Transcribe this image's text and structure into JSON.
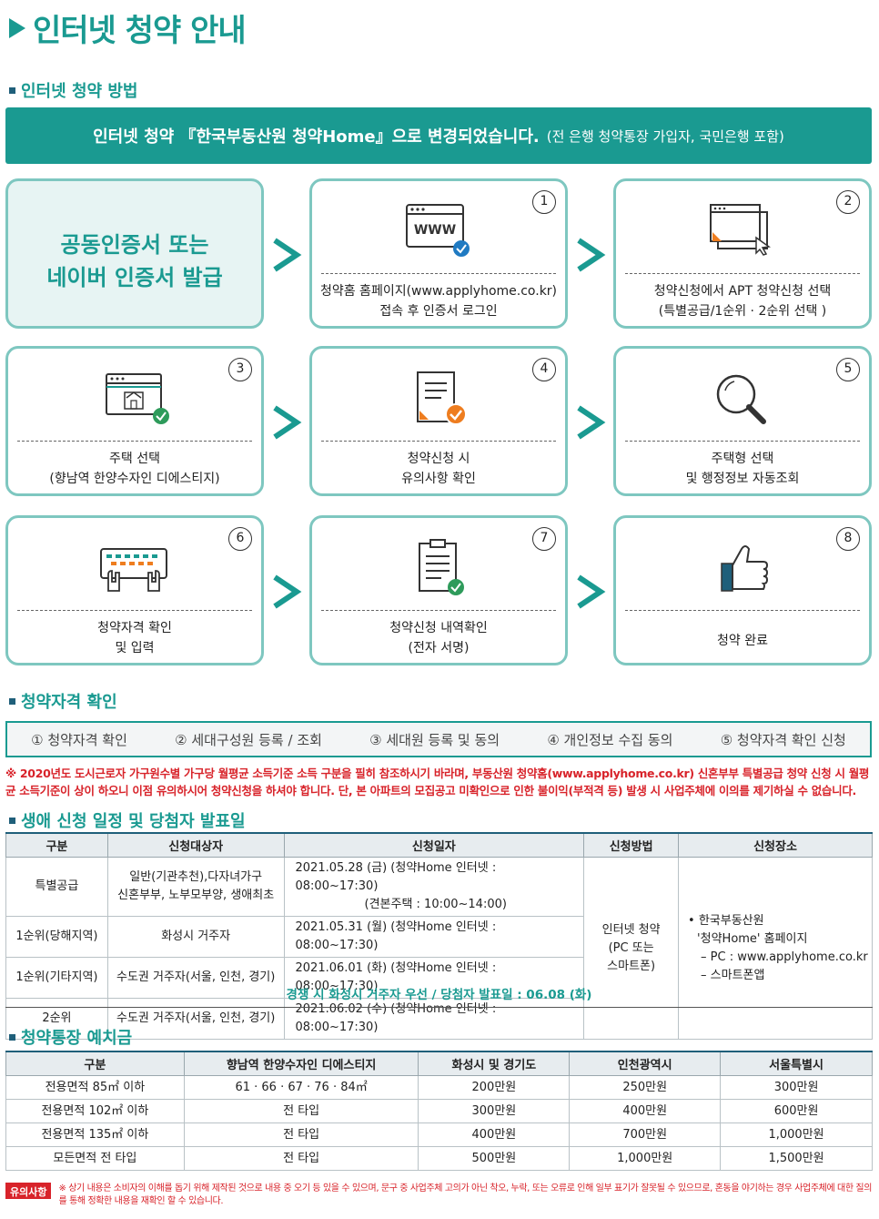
{
  "title": "인터넷 청약 안내",
  "sections": {
    "method": "인터넷 청약 방법",
    "eligibility": "청약자격 확인",
    "schedule": "생애 신청 일정 및 당첨자 발표일",
    "deposit": "청약통장 예치금"
  },
  "banner": {
    "main": "인터넷 청약 『한국부동산원 청약Home』으로 변경되었습니다.",
    "sub": "(전 은행 청약통장 가입자, 국민은행 포함)"
  },
  "first_step": {
    "line1": "공동인증서 또는",
    "line2": "네이버 인증서 발급"
  },
  "steps": [
    {
      "num": "1",
      "line1": "청약홈 홈페이지(www.applyhome.co.kr)",
      "line2": "접속 후 인증서 로그인",
      "icon": "www-browser-check-icon"
    },
    {
      "num": "2",
      "line1": "청약신청에서 APT 청약신청 선택",
      "line2": "(특별공급/1순위 · 2순위 선택 )",
      "icon": "window-click-icon"
    },
    {
      "num": "3",
      "line1": "주택 선택",
      "line2": "(향남역 한양수자인 디에스티지)",
      "icon": "browser-house-check-icon"
    },
    {
      "num": "4",
      "line1": "청약신청 시",
      "line2": "유의사항 확인",
      "icon": "document-check-icon"
    },
    {
      "num": "5",
      "line1": "주택형 선택",
      "line2": "및 행정정보 자동조회",
      "icon": "magnifier-icon"
    },
    {
      "num": "6",
      "line1": "청약자격 확인",
      "line2": "및 입력",
      "icon": "keyboard-hands-icon"
    },
    {
      "num": "7",
      "line1": "청약신청 내역확인",
      "line2": "(전자 서명)",
      "icon": "clipboard-check-icon"
    },
    {
      "num": "8",
      "line1": "청약 완료",
      "line2": "",
      "icon": "thumbs-up-icon"
    }
  ],
  "eligibility_steps": [
    "① 청약자격 확인",
    "② 세대구성원 등록 / 조회",
    "③ 세대원 등록 및 동의",
    "④ 개인정보 수집 동의",
    "⑤ 청약자격 확인 신청"
  ],
  "notice": "※ 2020년도 도시근로자 가구원수별 가구당 월평균 소득기준 소득 구분을 필히 참조하시기 바라며, 부동산원 청약홈(www.applyhome.co.kr) 신혼부부 특별공급 청약 신청 시 월평균 소득기준이 상이 하오니 이점 유의하시어 청약신청을 하셔야 합니다. 단, 본 아파트의 모집공고 미확인으로 인한 불이익(부적격 등) 발생 시 사업주체에 이의를 제기하실 수 없습니다.",
  "schedule_table": {
    "headers": [
      "구분",
      "신청대상자",
      "신청일자",
      "신청방법",
      "신청장소"
    ],
    "rows": [
      {
        "type": "특별공급",
        "target1": "일반(기관추천),다자녀가구",
        "target2": "신혼부부, 노부모부양, 생애최초",
        "date1": "2021.05.28 (금) (청약Home 인터넷 : 08:00~17:30)",
        "date2": "(견본주택 : 10:00~14:00)"
      },
      {
        "type": "1순위(당해지역)",
        "target1": "화성시 거주자",
        "target2": "",
        "date1": "2021.05.31 (월) (청약Home 인터넷 : 08:00~17:30)",
        "date2": ""
      },
      {
        "type": "1순위(기타지역)",
        "target1": "수도권 거주자(서울, 인천, 경기)",
        "target2": "",
        "date1": "2021.06.01 (화) (청약Home 인터넷 : 08:00~17:30)",
        "date2": ""
      },
      {
        "type": "2순위",
        "target1": "수도권 거주자(서울, 인천, 경기)",
        "target2": "",
        "date1": "2021.06.02 (수) (청약Home 인터넷 : 08:00~17:30)",
        "date2": ""
      }
    ],
    "method": {
      "line1": "인터넷 청약",
      "line2": "(PC 또는",
      "line3": "스마트폰)"
    },
    "place": {
      "line1": "• 한국부동산원",
      "line2": "'청약Home' 홈페이지",
      "line3": "– PC : www.applyhome.co.kr",
      "line4": "– 스마트폰앱"
    },
    "footer": "경쟁 시 화성시 거주자 우선 / 당첨자 발표일 : 06.08 (화)"
  },
  "deposit_table": {
    "headers": [
      "구분",
      "향남역 한양수자인 디에스티지",
      "화성시 및 경기도",
      "인천광역시",
      "서울특별시"
    ],
    "rows": [
      [
        "전용면적 85㎡ 이하",
        "61 · 66 · 67 · 76 · 84㎡",
        "200만원",
        "250만원",
        "300만원"
      ],
      [
        "전용면적 102㎡ 이하",
        "전 타입",
        "300만원",
        "400만원",
        "600만원"
      ],
      [
        "전용면적 135㎡ 이하",
        "전 타입",
        "400만원",
        "700만원",
        "1,000만원"
      ],
      [
        "모든면적 전 타입",
        "전 타입",
        "500만원",
        "1,000만원",
        "1,500만원"
      ]
    ]
  },
  "caution": {
    "badge": "유의사항",
    "text": "※ 상기 내용은 소비자의 이해를 돕기 위해 제작된 것으로 내용 중 오기 등 있을 수 있으며, 문구 중 사업주체 고의가 아닌 착오, 누락, 또는 오류로 인해 일부 표기가 잘못될 수 있으므로, 혼동을 야기하는 경우 사업주체에 대한 질의를 통해 정확한 내용을 재확인 할 수 있습니다."
  },
  "colors": {
    "teal": "#1a9a91",
    "red": "#d8232a",
    "orange": "#ee7d1f",
    "check_green": "#2e9b5b"
  }
}
